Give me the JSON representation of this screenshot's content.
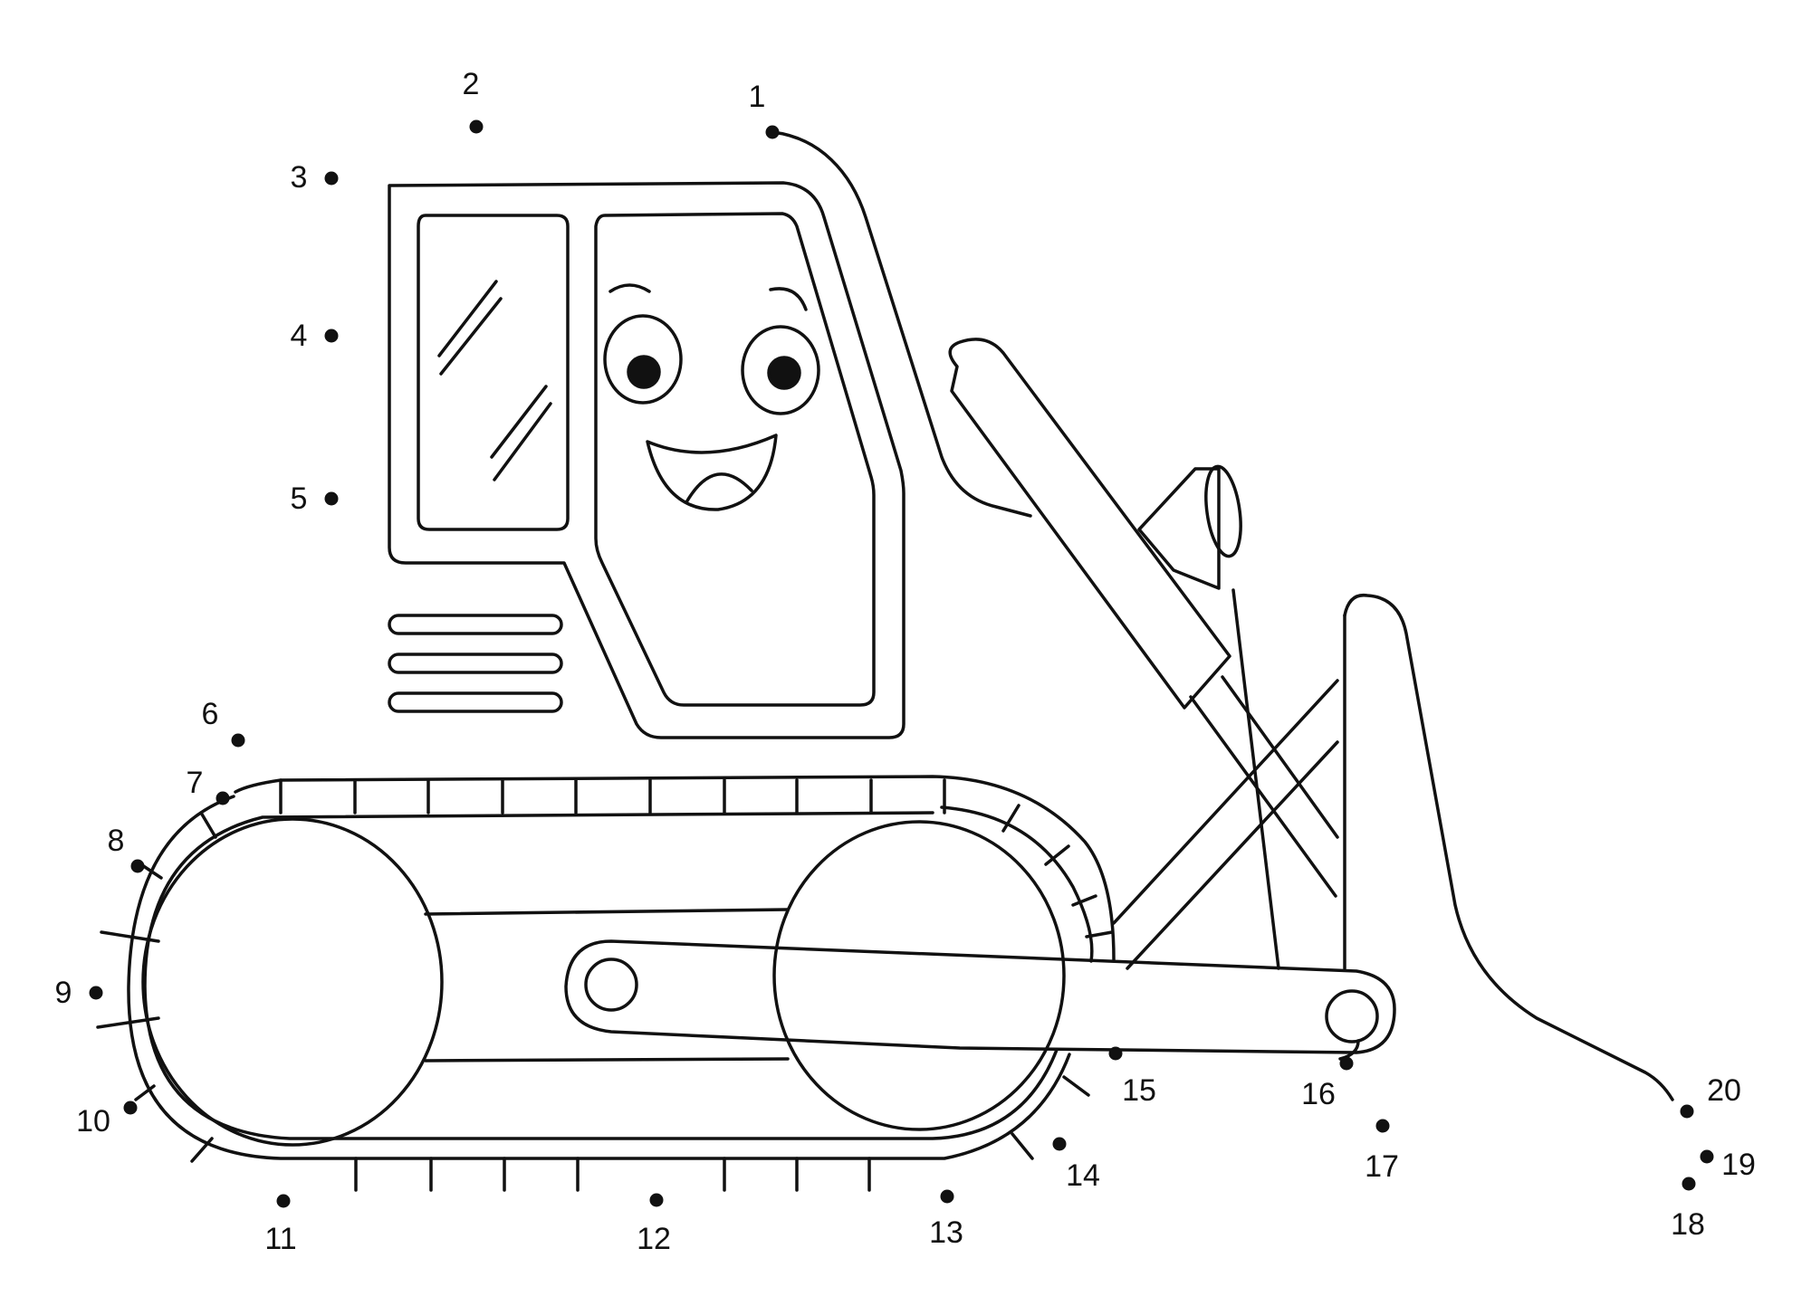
{
  "colors": {
    "line": "#111111",
    "paper": "#ffffff",
    "dot": "#111111"
  },
  "dots": [
    {
      "n": "1"
    },
    {
      "n": "2"
    },
    {
      "n": "3"
    },
    {
      "n": "4"
    },
    {
      "n": "5"
    },
    {
      "n": "6"
    },
    {
      "n": "7"
    },
    {
      "n": "8"
    },
    {
      "n": "9"
    },
    {
      "n": "10"
    },
    {
      "n": "11"
    },
    {
      "n": "12"
    },
    {
      "n": "13"
    },
    {
      "n": "14"
    },
    {
      "n": "15"
    },
    {
      "n": "16"
    },
    {
      "n": "17"
    },
    {
      "n": "18"
    },
    {
      "n": "19"
    },
    {
      "n": "20"
    }
  ]
}
